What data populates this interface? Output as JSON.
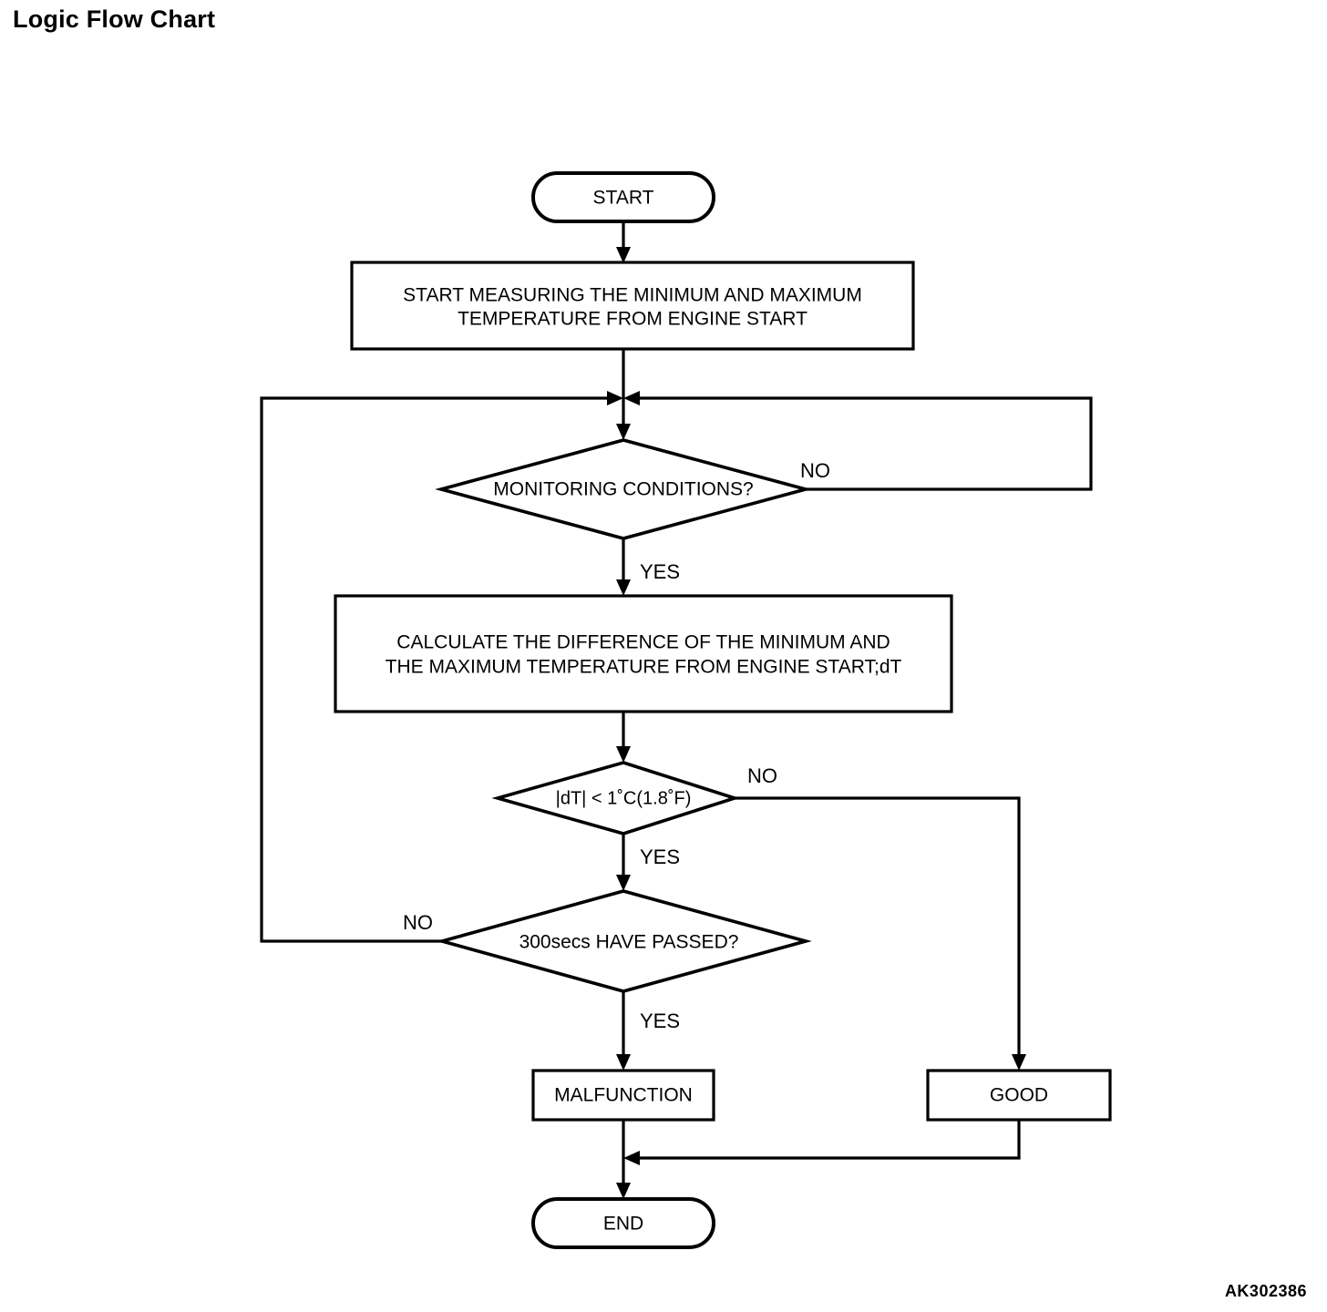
{
  "page": {
    "title": "Logic Flow Chart",
    "watermark": "AK302386"
  },
  "chart_data": {
    "type": "diagram",
    "title": "Logic Flow Chart",
    "diagram_kind": "flowchart",
    "orientation": "top-to-bottom",
    "nodes": [
      {
        "id": "start",
        "shape": "terminal",
        "text": "START"
      },
      {
        "id": "measure",
        "shape": "process",
        "text_line1": "START MEASURING THE MINIMUM AND MAXIMUM",
        "text_line2": "TEMPERATURE FROM ENGINE START"
      },
      {
        "id": "monitoring",
        "shape": "decision",
        "text": "MONITORING CONDITIONS?"
      },
      {
        "id": "calculate",
        "shape": "process",
        "text_line1": "CALCULATE THE DIFFERENCE OF THE MINIMUM AND",
        "text_line2": "THE MAXIMUM TEMPERATURE FROM ENGINE START;dT"
      },
      {
        "id": "dt_check",
        "shape": "decision",
        "text": "|dT| < 1˚C(1.8˚F)"
      },
      {
        "id": "timer",
        "shape": "decision",
        "text": "300secs HAVE PASSED?"
      },
      {
        "id": "malfunction",
        "shape": "process",
        "text": "MALFUNCTION"
      },
      {
        "id": "good",
        "shape": "process",
        "text": "GOOD"
      },
      {
        "id": "end",
        "shape": "terminal",
        "text": "END"
      }
    ],
    "edges": [
      {
        "from": "start",
        "to": "measure",
        "label": ""
      },
      {
        "from": "measure",
        "to": "monitoring",
        "label": ""
      },
      {
        "from": "monitoring",
        "to": "calculate",
        "label": "YES"
      },
      {
        "from": "monitoring",
        "to": "monitoring",
        "label": "NO",
        "route": "right-loop-back-to-junction"
      },
      {
        "from": "calculate",
        "to": "dt_check",
        "label": ""
      },
      {
        "from": "dt_check",
        "to": "timer",
        "label": "YES"
      },
      {
        "from": "dt_check",
        "to": "good",
        "label": "NO",
        "route": "right-down"
      },
      {
        "from": "timer",
        "to": "malfunction",
        "label": "YES"
      },
      {
        "from": "timer",
        "to": "monitoring",
        "label": "NO",
        "route": "left-loop-back-to-junction"
      },
      {
        "from": "malfunction",
        "to": "end",
        "label": ""
      },
      {
        "from": "good",
        "to": "end",
        "label": "",
        "route": "down-left-merge"
      }
    ],
    "labels": {
      "yes": "YES",
      "no": "NO"
    },
    "colors": {
      "stroke": "#000000",
      "fill": "#ffffff",
      "text": "#000000"
    }
  }
}
